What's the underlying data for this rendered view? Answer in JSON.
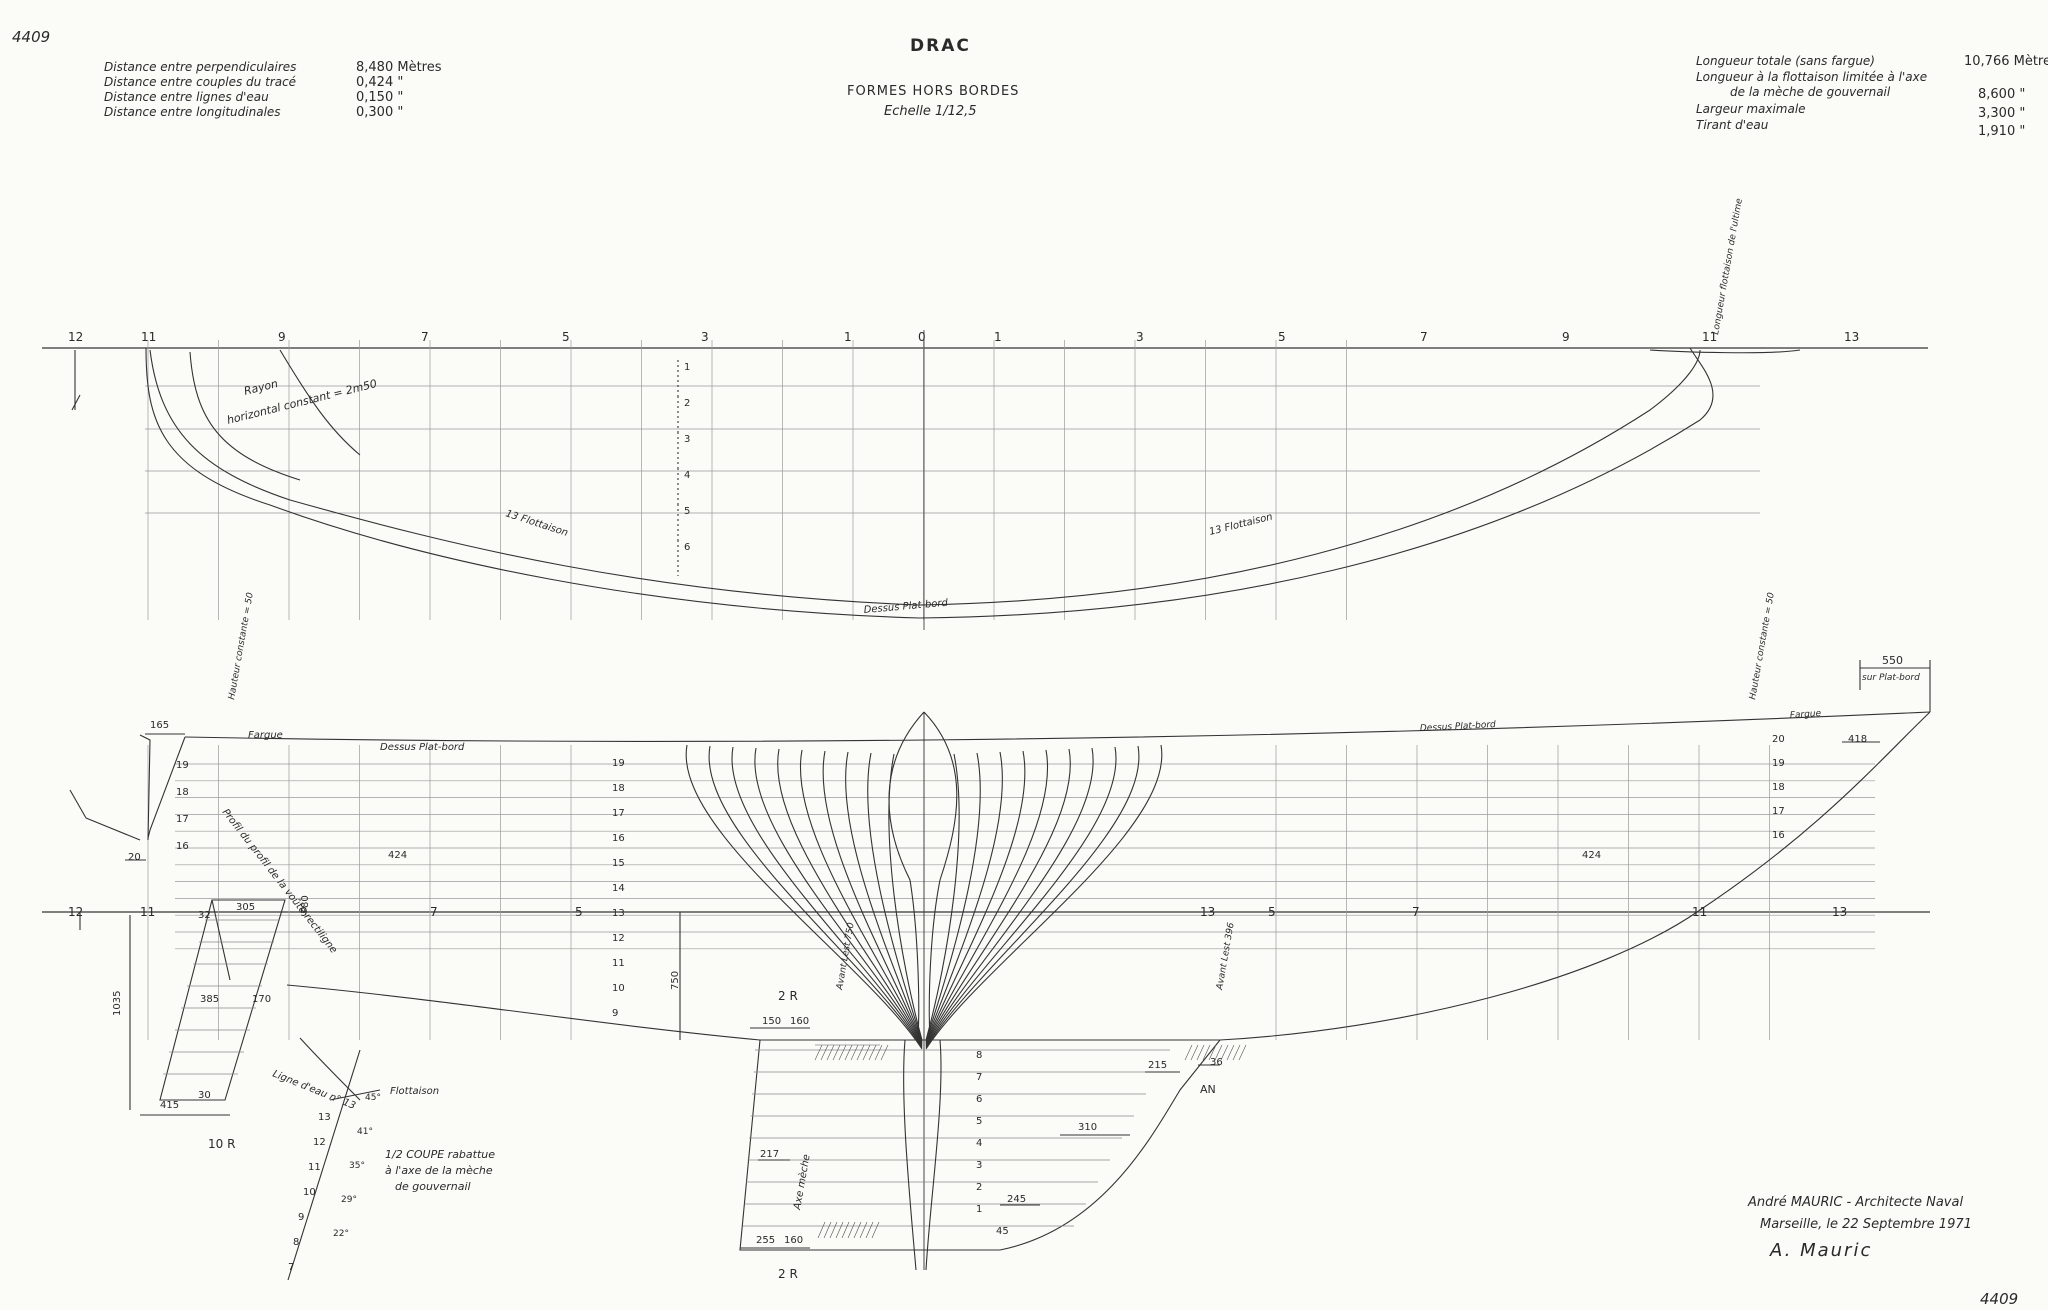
{
  "sheet_number": "4409",
  "title": "DRAC",
  "subtitle": "FORMES HORS BORDES",
  "scale": "Echelle 1/12,5",
  "left_specs": [
    {
      "label": "Distance entre perpendiculaires",
      "value": "8,480 Mètres"
    },
    {
      "label": "Distance entre couples du tracé",
      "value": "0,424 \""
    },
    {
      "label": "Distance entre lignes d'eau",
      "value": "0,150 \""
    },
    {
      "label": "Distance entre longitudinales",
      "value": "0,300 \""
    }
  ],
  "right_specs": [
    {
      "label": "Longueur totale (sans fargue)",
      "value": "10,766 Mètres"
    },
    {
      "label": "Longueur à la flottaison limitée à l'axe",
      "value": ""
    },
    {
      "label": "de la mèche de gouvernail",
      "value": "8,600 \""
    },
    {
      "label": "Largeur maximale",
      "value": "3,300 \""
    },
    {
      "label": "Tirant d'eau",
      "value": "1,910 \""
    }
  ],
  "plan_stations": [
    "12",
    "11",
    "9",
    "7",
    "5",
    "3",
    "1",
    "0",
    "1",
    "3",
    "5",
    "7",
    "9",
    "11",
    "13"
  ],
  "profile_stations": [
    "12",
    "11",
    "9",
    "7",
    "5",
    "13",
    "5",
    "7",
    "11",
    "13"
  ],
  "plan_labels": {
    "rayon": "Rayon",
    "horizontal": "horizontal constant = 2m50",
    "flottaison_left": "13 Flottaison",
    "flottaison_right": "13 Flottaison",
    "platbord": "Dessus Plat-bord",
    "longueur_flot": "Longueur flottaison de l'ultime"
  },
  "profile_labels": {
    "fargue_left": "Fargue",
    "platbord_left": "Dessus Plat-bord",
    "platbord_right": "Dessus Plat-bord",
    "fargue_right": "Fargue",
    "hauteur_left": "Hauteur constante = 50",
    "hauteur_right": "Hauteur constante = 50",
    "profil": "Profil du profil de la voûte rectiligne",
    "dim_550": "550",
    "sur_platbord": "sur Plat-bord",
    "dim_165": "165",
    "dim_424_l": "424",
    "dim_424_r": "424",
    "dim_305": "305",
    "dim_385": "385",
    "dim_170": "170",
    "dim_415": "415",
    "dim_30": "30",
    "dim_32": "32",
    "dim_80": "80",
    "dim_1035": "1035",
    "dim_20": "20",
    "dim_150": "150",
    "dim_160": "160",
    "dim_255": "255",
    "dim_160b": "160",
    "dim_217": "217",
    "dim_215": "215",
    "dim_310": "310",
    "dim_245": "245",
    "dim_45": "45",
    "dim_36": "36",
    "dim_750": "750",
    "dim_418": "418",
    "label_2R_top": "2 R",
    "label_2R_bot": "2 R",
    "label_10R": "10 R",
    "label_AN": "AN",
    "axe_meche": "Axe mèche",
    "axe_lest_av": "Avant Lest 396",
    "axe_lest_ar": "Avant Lest 750",
    "demi_coupe": "1/2 COUPE rabattue",
    "demi_coupe_2": "à l'axe de la mèche",
    "demi_coupe_3": "de gouvernail",
    "ligne_eau": "Ligne d'eau n° 13",
    "flottaison_small": "Flottaison"
  },
  "wl_numbers_left": [
    "19",
    "18",
    "17",
    "16",
    "15",
    "14",
    "13",
    "12",
    "11",
    "10",
    "9"
  ],
  "wl_numbers_right": [
    "20",
    "19",
    "18",
    "17",
    "16"
  ],
  "wl_numbers_stern": [
    "19",
    "18",
    "17",
    "16"
  ],
  "plan_wl_marks": [
    "1",
    "2",
    "3",
    "4",
    "5",
    "6"
  ],
  "keel_wl_marks": [
    "8",
    "7",
    "6",
    "5",
    "4",
    "3",
    "2",
    "1"
  ],
  "half_section_marks": [
    "13",
    "12",
    "11",
    "10",
    "9",
    "8",
    "7"
  ],
  "half_section_angles": [
    "45°",
    "41°",
    "35°",
    "29°",
    "22°"
  ],
  "signature": {
    "line1": "André MAURIC - Architecte Naval",
    "line2": "Marseille, le 22 Septembre 1971",
    "sig": "A. Mauric"
  }
}
